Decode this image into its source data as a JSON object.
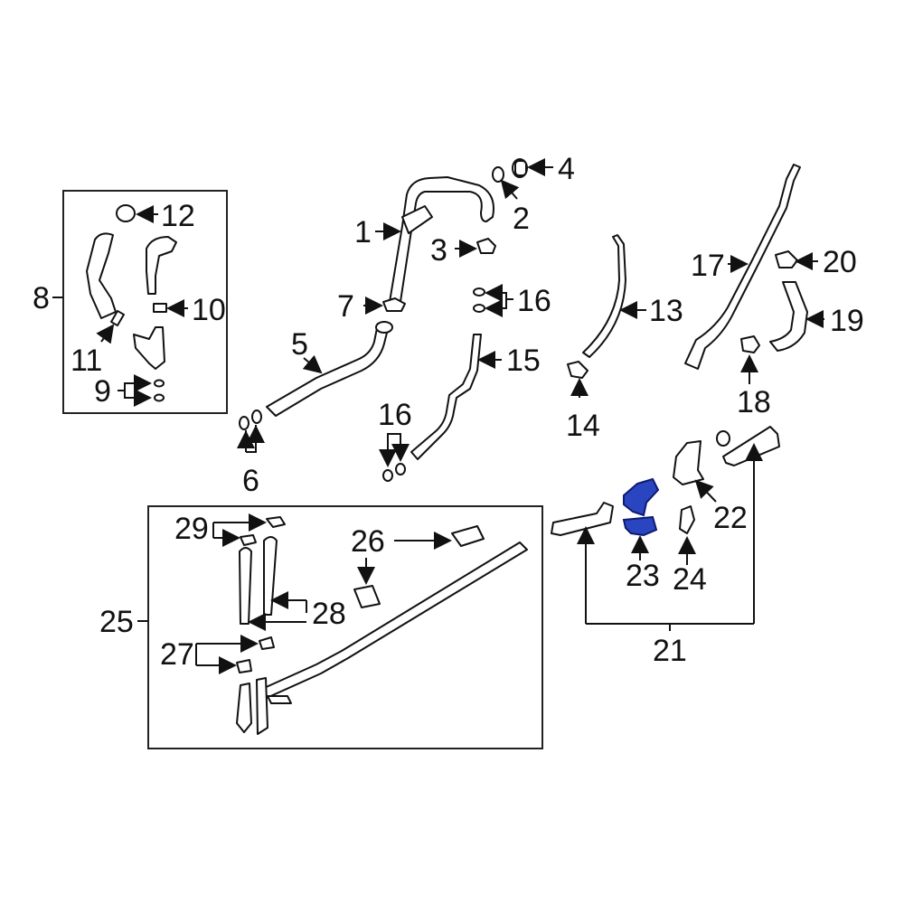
{
  "diagram": {
    "highlight_color": "#2a45c0",
    "callouts": {
      "c1": "1",
      "c2": "2",
      "c3": "3",
      "c4": "4",
      "c5": "5",
      "c6": "6",
      "c7": "7",
      "c8": "8",
      "c9": "9",
      "c10": "10",
      "c11": "11",
      "c12": "12",
      "c13": "13",
      "c14": "14",
      "c15": "15",
      "c16a": "16",
      "c16b": "16",
      "c17": "17",
      "c18": "18",
      "c19": "19",
      "c20": "20",
      "c21": "21",
      "c22": "22",
      "c23": "23",
      "c24": "24",
      "c25": "25",
      "c26": "26",
      "c27": "27",
      "c28": "28",
      "c29": "29"
    },
    "highlighted_part": "23"
  }
}
